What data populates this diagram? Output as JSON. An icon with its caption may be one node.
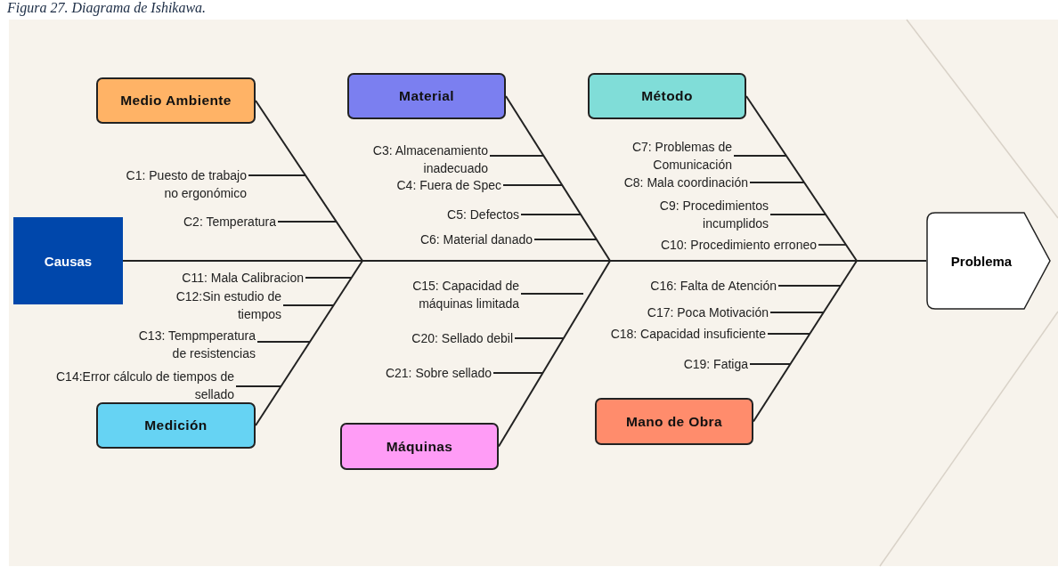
{
  "diagram": {
    "title": "Figura 27. Diagrama de Ishikawa.",
    "nodes": [
      {
        "text": [
          "Causas"
        ]
      },
      {
        "text": [
          "Problema"
        ]
      },
      {
        "text": [
          "Medio Ambiente"
        ]
      },
      {
        "text": [
          "Material"
        ]
      },
      {
        "text": [
          "Método"
        ]
      },
      {
        "text": [
          "Medición"
        ]
      },
      {
        "text": [
          "Máquinas"
        ]
      },
      {
        "text": [
          "Mano de Obra"
        ]
      },
      {
        "text": [
          "C1: Puesto de trabajo no ergonómico"
        ]
      },
      {
        "text": [
          "C2: Temperatura"
        ]
      },
      {
        "text": [
          "C3: Almacenamiento inadecuado"
        ]
      },
      {
        "text": [
          "C4: Fuera de Spec"
        ]
      },
      {
        "text": [
          "C5: Defectos"
        ]
      },
      {
        "text": [
          "C6: Material danado"
        ]
      },
      {
        "text": [
          "C7: Problemas de Comunicación"
        ]
      },
      {
        "text": [
          "C8: Mala coordinación"
        ]
      },
      {
        "text": [
          "C9: Procedimientos incumplidos"
        ]
      },
      {
        "text": [
          "C10: Procedimiento erroneo"
        ]
      },
      {
        "text": [
          "C11: Mala Calibracion"
        ]
      },
      {
        "text": [
          "C12:Sin estudio de tiempos"
        ]
      },
      {
        "text": [
          "C13: Tempmperatura de resistencias"
        ]
      },
      {
        "text": [
          "C14:Error cálculo de tiempos de sellado"
        ]
      },
      {
        "text": [
          "C15: Capacidad de máquinas limitada"
        ]
      },
      {
        "text": [
          "C16: Falta de Atención"
        ]
      },
      {
        "text": [
          "C17: Poca Motivación"
        ]
      },
      {
        "text": [
          "C18: Capacidad insuficiente"
        ]
      },
      {
        "text": [
          "C19: Fatiga"
        ]
      },
      {
        "text": [
          "C20: Sellado debil"
        ]
      },
      {
        "text": [
          "C21: Sobre sellado"
        ]
      }
    ],
    "edges": [
      {
        "from": 0,
        "to": 1,
        "arrow": "none"
      },
      {
        "from": 2,
        "to": null,
        "arrow": "none"
      },
      {
        "from": 3,
        "to": null,
        "arrow": "none"
      },
      {
        "from": 4,
        "to": null,
        "arrow": "none"
      },
      {
        "from": 5,
        "to": null,
        "arrow": "none"
      },
      {
        "from": 6,
        "to": null,
        "arrow": "none"
      },
      {
        "from": 7,
        "to": null,
        "arrow": "none"
      },
      {
        "from": 8,
        "to": null,
        "arrow": "none"
      },
      {
        "from": 9,
        "to": null,
        "arrow": "none"
      },
      {
        "from": 10,
        "to": null,
        "arrow": "none"
      },
      {
        "from": 11,
        "to": null,
        "arrow": "none"
      },
      {
        "from": 12,
        "to": null,
        "arrow": "none"
      },
      {
        "from": 13,
        "to": null,
        "arrow": "none"
      },
      {
        "from": 14,
        "to": null,
        "arrow": "none"
      },
      {
        "from": 15,
        "to": null,
        "arrow": "none"
      },
      {
        "from": 16,
        "to": null,
        "arrow": "none"
      },
      {
        "from": 17,
        "to": null,
        "arrow": "none"
      },
      {
        "from": 18,
        "to": null,
        "arrow": "none"
      },
      {
        "from": 19,
        "to": null,
        "arrow": "none"
      },
      {
        "from": 20,
        "to": null,
        "arrow": "none"
      },
      {
        "from": 21,
        "to": null,
        "arrow": "none"
      },
      {
        "from": 22,
        "to": null,
        "arrow": "none"
      },
      {
        "from": 23,
        "to": null,
        "arrow": "none"
      },
      {
        "from": 24,
        "to": null,
        "arrow": "none"
      },
      {
        "from": 25,
        "to": null,
        "arrow": "none"
      },
      {
        "from": 26,
        "to": null,
        "arrow": "none"
      },
      {
        "from": 27,
        "to": null,
        "arrow": "none"
      },
      {
        "from": 28,
        "to": null,
        "arrow": "none"
      }
    ]
  }
}
